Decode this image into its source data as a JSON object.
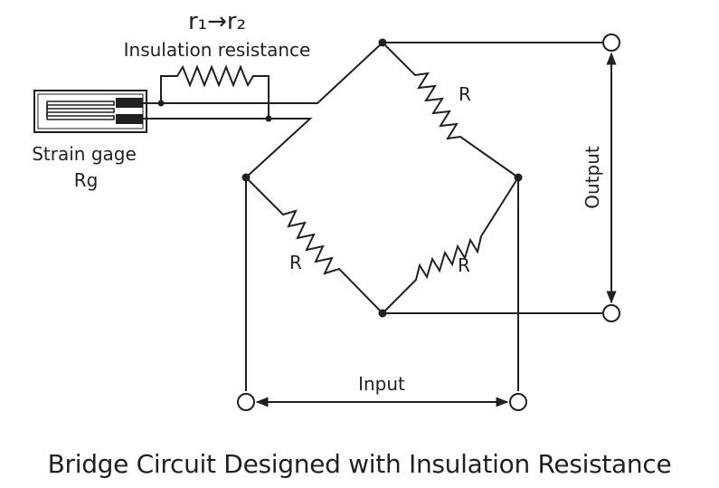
{
  "diagram": {
    "insulation_title": "r₁→r₂",
    "insulation_label": "Insulation resistance",
    "strain_gage_label_1": "Strain gage",
    "strain_gage_label_2": "Rg",
    "resistor_label_top_right": "R",
    "resistor_label_bottom_left": "R",
    "resistor_label_bottom_right": "R",
    "output_label": "Output",
    "input_label": "Input",
    "caption": "Bridge Circuit Designed with Insulation Resistance"
  },
  "colors": {
    "ink": "#231f20",
    "background": "#ffffff"
  }
}
